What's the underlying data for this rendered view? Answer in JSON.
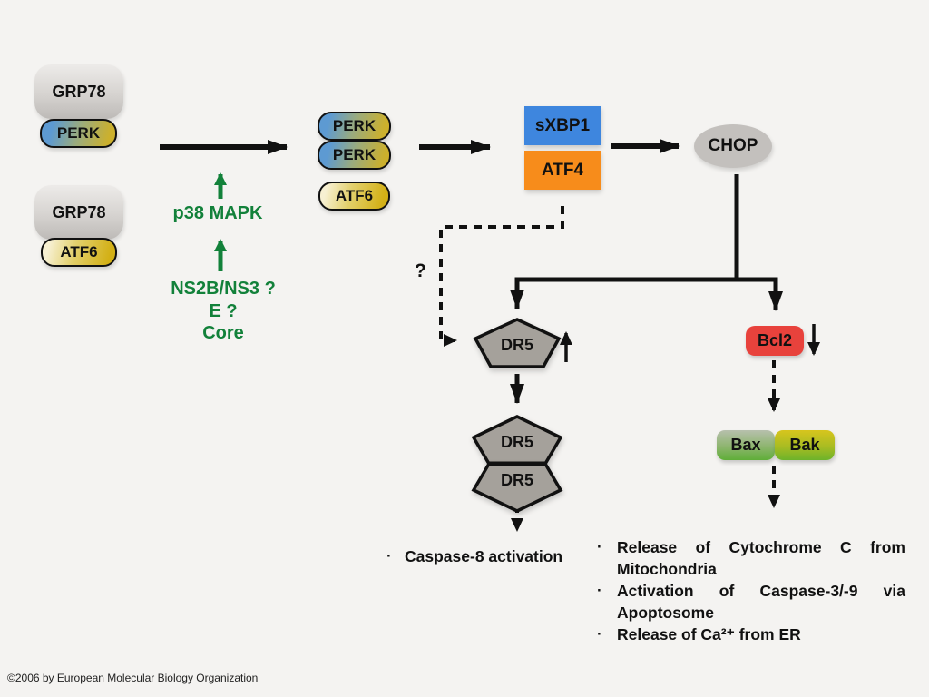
{
  "nodes": {
    "grp78_top": "GRP78",
    "perk_bound": "PERK",
    "grp78_bottom": "GRP78",
    "atf6_bound": "ATF6",
    "perk_dimer_1": "PERK",
    "perk_dimer_2": "PERK",
    "atf6_free": "ATF6",
    "sxbp1": "sXBP1",
    "atf4": "ATF4",
    "chop": "CHOP",
    "dr5": "DR5",
    "dr5_dimer_top": "DR5",
    "dr5_dimer_bottom": "DR5",
    "bcl2": "Bcl2",
    "bax": "Bax",
    "bak": "Bak"
  },
  "green_labels": {
    "p38": "p38 MAPK",
    "ns2b_ns3": "NS2B/NS3 ?",
    "e": "E ?",
    "core": "Core"
  },
  "question_mark": "?",
  "outcomes": {
    "left": {
      "bullet": "·",
      "text": "Caspase-8 activation"
    },
    "right": {
      "bullet": "·",
      "items": [
        "Release of Cytochrome C from Mitochondria",
        "Activation of Caspase-3/-9 via Apoptosome",
        "Release of Ca²⁺ from ER"
      ]
    }
  },
  "footer": {
    "copyright": "©2006 by European Molecular Biology Organization"
  },
  "colors": {
    "background": "#f4f3f1",
    "green_text": "#12813a",
    "sxbp1_blue": "#3e86de",
    "atf4_orange": "#f78c1b",
    "chop_gray": "#c3c0bd",
    "dr5_gray": "#a5a19b",
    "bcl2_red": "#e8423c",
    "bax_green": "#5fae38",
    "bak_green": "#6db32a",
    "perk_blue": "#5d9ad2",
    "perk_yellow": "#ccb02c",
    "atf6_cream": "#f7f0d2",
    "atf6_yellow": "#d3b016",
    "grp78_gray": "#c6c3c0",
    "arrow_black": "#111111"
  }
}
